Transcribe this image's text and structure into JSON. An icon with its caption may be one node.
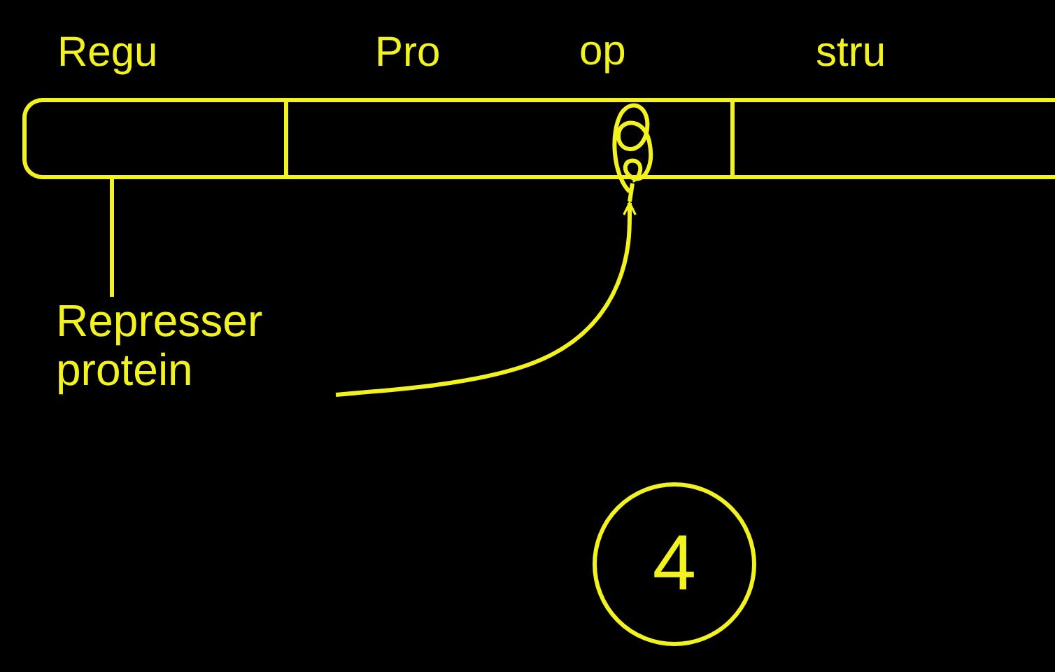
{
  "diagram": {
    "nodes": [
      {
        "text": [
          "Regu"
        ]
      },
      {
        "text": [
          "Pro"
        ]
      },
      {
        "text": [
          "op"
        ]
      },
      {
        "text": [
          "stru"
        ]
      },
      {
        "text": [
          "Represser protein"
        ]
      },
      {
        "text": [
          "4"
        ]
      }
    ],
    "edges": [
      {
        "from": 0,
        "to": 4,
        "arrow": "none"
      },
      {
        "from": 4,
        "to": 2,
        "arrow": "to"
      }
    ]
  }
}
